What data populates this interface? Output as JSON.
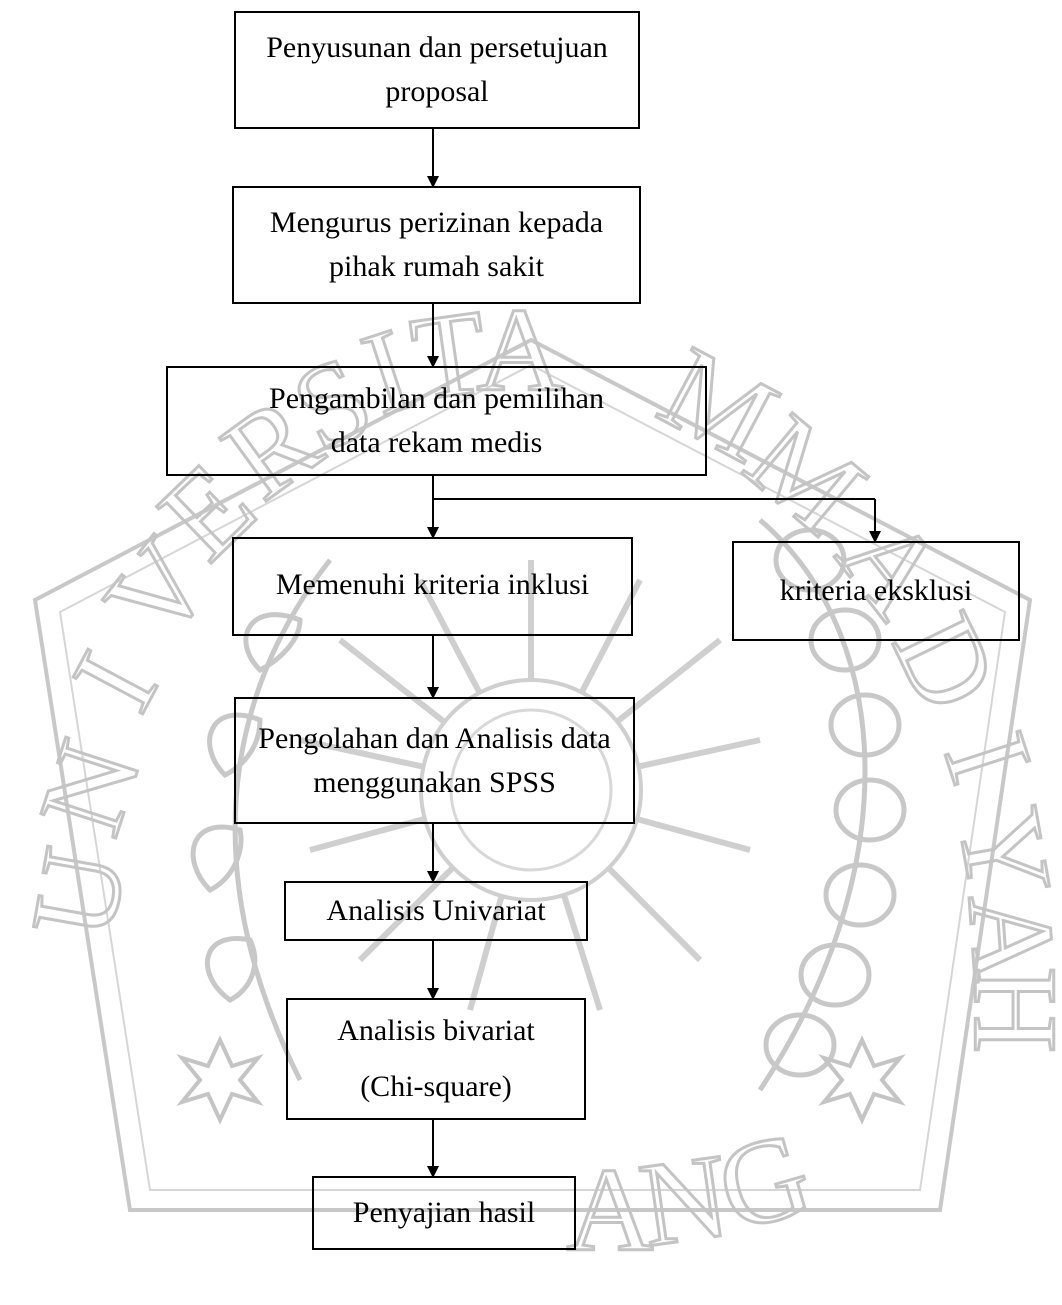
{
  "diagram": {
    "nodes": {
      "proposal": "Penyusunan dan persetujuan proposal",
      "permit": "Mengurus perizinan kepada pihak rumah sakit",
      "records": "Pengambilan dan pemilihan data rekam medis",
      "inclusion": "Memenuhi kriteria inklusi",
      "exclusion": "kriteria eksklusi",
      "processing": "Pengolahan dan Analisis data menggunakan SPSS",
      "univariate": "Analisis Univariat",
      "bivariate_title": "Analisis bivariat",
      "bivariate_method": "(Chi-square)",
      "results": "Penyajian hasil"
    },
    "edges": [
      [
        "proposal",
        "permit"
      ],
      [
        "permit",
        "records"
      ],
      [
        "records",
        "inclusion"
      ],
      [
        "records",
        "exclusion"
      ],
      [
        "inclusion",
        "processing"
      ],
      [
        "processing",
        "univariate"
      ],
      [
        "univariate",
        "bivariate"
      ],
      [
        "bivariate",
        "results"
      ]
    ]
  },
  "watermark": {
    "letters_left": [
      "U",
      "N",
      "I",
      "V",
      "E",
      "R",
      "S",
      "I",
      "T",
      "A"
    ],
    "letters_right": [
      "M",
      "M",
      "A",
      "D",
      "I",
      "Y",
      "A",
      "H"
    ],
    "letters_bottom": [
      "A",
      "N",
      "G"
    ],
    "color": "#c4c4c4"
  }
}
